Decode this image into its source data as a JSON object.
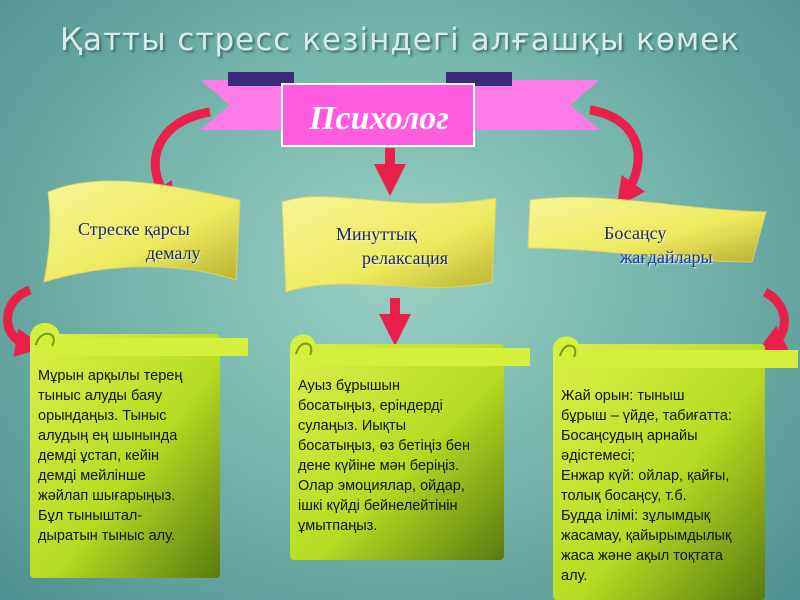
{
  "title": "Қатты стресс кезіндегі алғашқы көмек",
  "banner": "Психолог",
  "flags": {
    "left": {
      "line1": "Стреске қарсы",
      "line2": "демалу"
    },
    "middle": {
      "line1": "Минуттық",
      "line2": "релаксация"
    },
    "right": {
      "line1": "Босаңсу",
      "line2": "жағдайлары"
    }
  },
  "scrolls": {
    "left": [
      "Мұрын арқылы терең",
      "тыныс алуды баяу",
      "орындаңыз. Тыныс",
      "алудың ең шынында",
      "демді ұстап, кейін",
      "демді мейлінше",
      "жәйлап шығарыңыз.",
      "Бұл тыныштал-",
      "дыратын тыныс алу."
    ],
    "middle": [
      "Ауыз бұрышын",
      "босатыңыз, еріндерді",
      "сулаңыз. Иықты",
      "босатыңыз, өз бетіңіз бен",
      "дене күйіне мән беріңіз.",
      "Олар эмоциялар, ойдар,",
      "ішкі күйді бейнелейтінін",
      "ұмытпаңыз."
    ],
    "right": [
      "Жай орын: тыныш",
      "бұрыш – үйде, табиғатта:",
      "Босаңсудың арнайы",
      "әдістемесі;",
      "Енжар күй: ойлар, қайғы,",
      "толық босаңсу, т.б.",
      "Будда ілімі: зұлымдық",
      "жасамау, қайырымдылық",
      "жаса және ақыл тоқтата",
      "алу."
    ]
  },
  "colors": {
    "banner": "#ff7ce8",
    "flag": "#f2f07a",
    "scroll": "#c6e82d",
    "arrow": "#e8204a"
  }
}
